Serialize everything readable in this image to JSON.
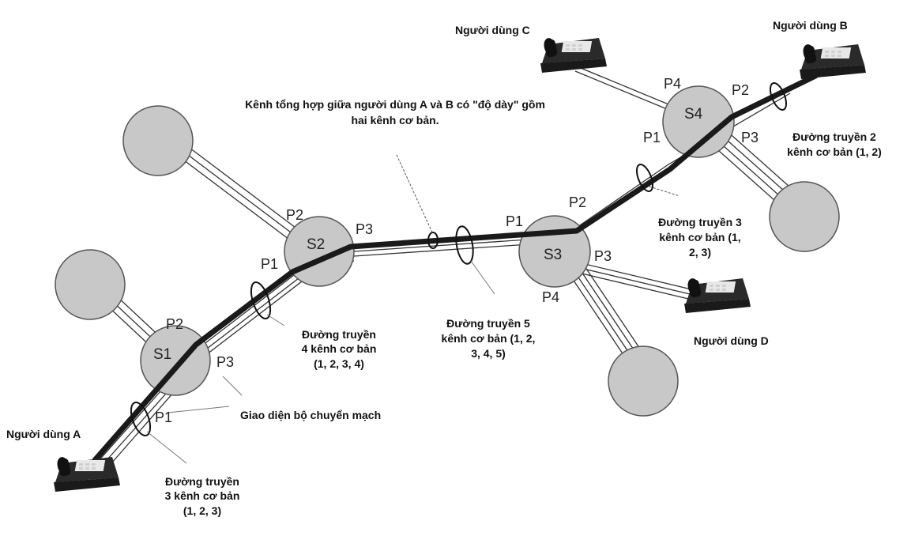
{
  "users": {
    "a": "Người dùng A",
    "b": "Người dùng B",
    "c": "Người dùng C",
    "d": "Người dùng D"
  },
  "switches": {
    "s1": "S1",
    "s2": "S2",
    "s3": "S3",
    "s4": "S4"
  },
  "ports": {
    "p1": "P1",
    "p2": "P2",
    "p3": "P3",
    "p4": "P4"
  },
  "annotations": {
    "aggregate_line1": "Kênh tổng hợp giữa người dùng A và B có \"độ dày\" gồm",
    "aggregate_line2": "hai kênh cơ bản.",
    "interface": "Giao diện bộ chuyển mạch",
    "link_a": [
      "Đường truyền",
      "3 kênh cơ bản",
      "(1, 2, 3)"
    ],
    "link_s1s2": [
      "Đường truyền",
      "4 kênh cơ bản",
      "(1, 2, 3, 4)"
    ],
    "link_s2s3": [
      "Đường truyền 5",
      "kênh cơ bản (1, 2,",
      "3, 4, 5)"
    ],
    "link_s3s4": [
      "Đường truyền 3",
      "kênh cơ bản (1,",
      "2, 3)"
    ],
    "link_b": [
      "Đường truyền 2",
      "kênh cơ bản (1, 2)"
    ]
  }
}
